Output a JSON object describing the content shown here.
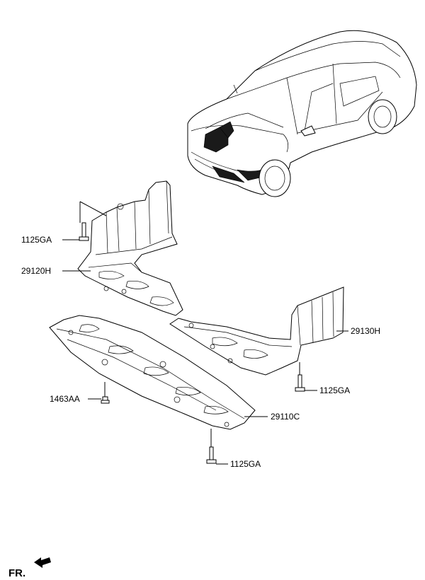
{
  "parts": {
    "bolt_upper_left": "1125GA",
    "cover_left": "29120H",
    "cover_right": "29130H",
    "bolt_right": "1125GA",
    "fastener": "1463AA",
    "cover_center": "29110C",
    "bolt_bottom": "1125GA"
  },
  "direction": "FR."
}
